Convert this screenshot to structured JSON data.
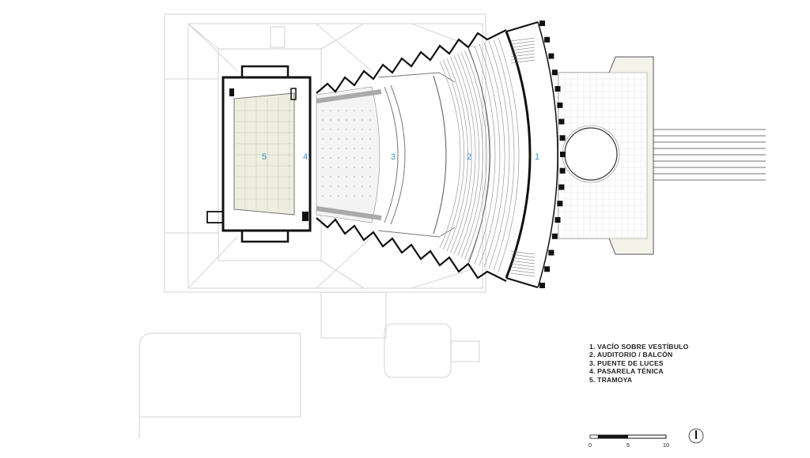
{
  "zones": [
    {
      "number": "1",
      "name": "VACÍO SOBRE VESTÍBULO"
    },
    {
      "number": "2",
      "name": "AUDITORIO / BALCÓN"
    },
    {
      "number": "3",
      "name": "PUENTE DE LUCES"
    },
    {
      "number": "4",
      "name": "PASARELA TÉNICA"
    },
    {
      "number": "5",
      "name": "TRAMOYA"
    }
  ],
  "legend": [
    "1. VACÍO SOBRE VESTÍBULO",
    "2. AUDITORIO / BALCÓN",
    "3. PUENTE DE LUCES",
    "4. PASARELA TÉNICA",
    "5. TRAMOYA"
  ],
  "scale_bar": {
    "labels": [
      "0",
      "5",
      "10"
    ]
  },
  "colors": {
    "ink": "#1a1a1a",
    "faint": "#c9c9c9",
    "zone_number": "#3a8fc2",
    "stage_fill": "#eeeee0"
  }
}
